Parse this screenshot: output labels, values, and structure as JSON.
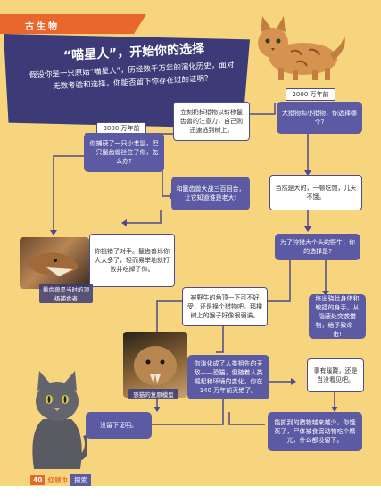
{
  "section_tag": "古生物",
  "header": {
    "title": "“喵星人”，开始你的选择",
    "intro": "假设你是一只原始“喵星人”，历经数千万年的演化历史，面对无数考验和选择，你能否留下你存在过的证明？"
  },
  "timeline": {
    "t1": "3000 万年前",
    "t2": "2000 万年前"
  },
  "nodes": {
    "n1": "你捕获了一只小老鼠，但一只鬣齿兽拦住了你，怎么办?",
    "n2": "立刻扔掉猎物以转移鬣齿兽的注意力，自己则迅速逃到树上。",
    "n3": "大猎物和小猎物，你选择哪个?",
    "n4": "和鬣齿兽大战三百回合，让它知道谁是老大!",
    "n5": "当然是大的，一顿吃饱，几天不饿。",
    "n6": "你挑错了对手。鬣齿兽比你大太多了，轻而易举地就打败并吃掉了你。",
    "n7": "为了狩猎大个头的野牛，你的选择是?",
    "n8": "被野牛的角顶一下可不好受，还是换个猎物吧。那棵树上的猴子好像很弱诶。",
    "n9": "练出骁壮身体和敏捷的身手，从隐蔽处突袭猎物，给予致命一击!",
    "n10": "你演化成了人类祖先的天敌——恐猫，但随着人类崛起和环境的变化，你在 140 万年前灭绝了。",
    "n11": "事有蹊跷，还是当没看见吧。",
    "n12": "没留下证明。",
    "n13": "能抓到的猎物越来越少，你饿死了，尸体被食腐动物吃个精光，什么都没留下。"
  },
  "photos": {
    "p1_caption": "鬣齿兽是当时的顶级捕食者",
    "p2_caption": "恐猫的复原模型"
  },
  "footer": {
    "page": "40",
    "magazine": "红领巾",
    "column": "探索"
  },
  "colors": {
    "accent": "#e9662c",
    "purple": "#5b5aa3",
    "navy": "#3c3b78",
    "background": "#f7d47e"
  }
}
